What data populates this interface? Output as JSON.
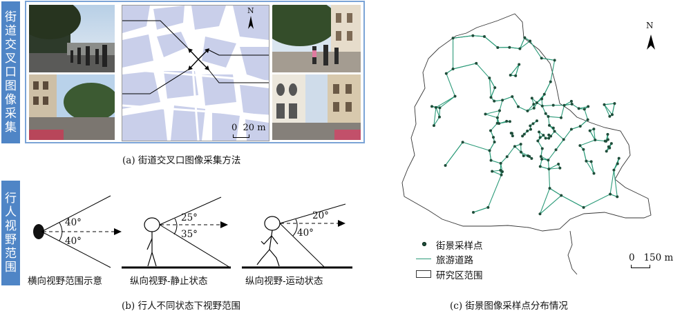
{
  "panel_a": {
    "side_label": [
      "街",
      "道",
      "交",
      "叉",
      "口",
      "图",
      "像",
      "采",
      "集"
    ],
    "north": "N",
    "scale": "0  20 m",
    "caption": "(a) 街道交叉口图像采集方法"
  },
  "panel_b": {
    "side_label": [
      "行",
      "人",
      "视",
      "野",
      "范",
      "围"
    ],
    "fig1": {
      "angle_top": "40°",
      "angle_bottom": "40°",
      "label": "横向视野范围示意"
    },
    "fig2": {
      "angle_top": "25°",
      "angle_bottom": "35°",
      "label": "纵向视野-静止状态"
    },
    "fig3": {
      "angle_top": "20°",
      "angle_bottom": "40°",
      "label": "纵向视野-运动状态"
    },
    "caption": "(b) 行人不同状态下视野范围"
  },
  "panel_c": {
    "north": "N",
    "legend": {
      "points": "街景采样点",
      "roads": "旅游道路",
      "area": "研究区范围"
    },
    "scale": "0   150 m",
    "caption": "(c) 街景图像采样点分布情况"
  },
  "colors": {
    "blue_band": "#4f85c6",
    "road": "#2a9a78",
    "point": "#1f4d3a",
    "block": "#c9cfea"
  }
}
